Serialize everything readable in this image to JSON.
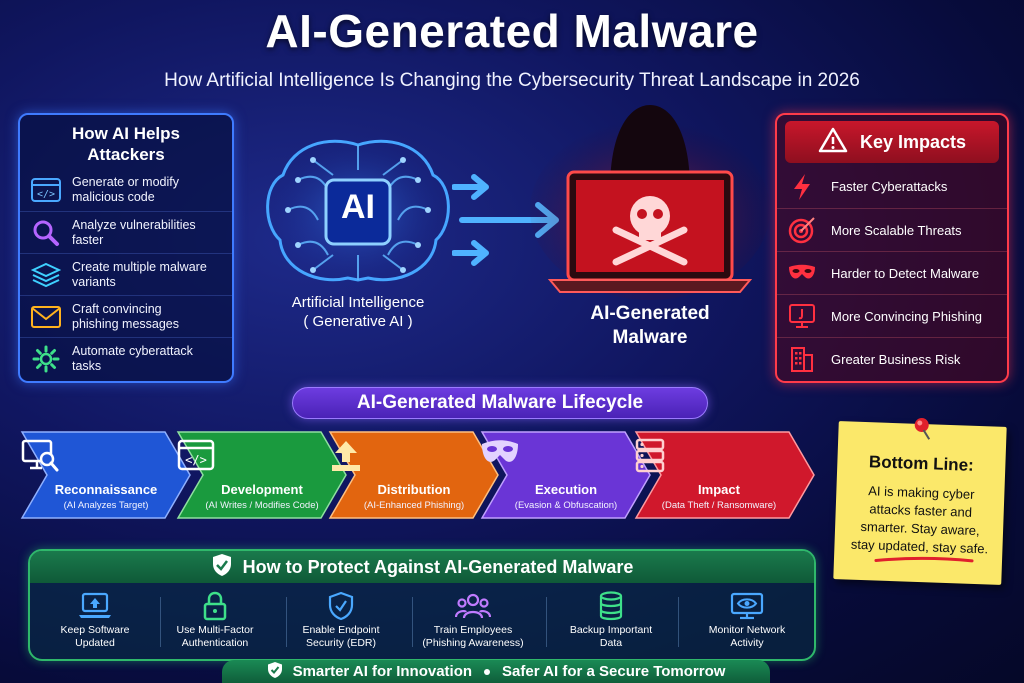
{
  "header": {
    "title": "AI-Generated Malware",
    "subtitle": "How Artificial Intelligence Is Changing the Cybersecurity Threat Landscape in 2026"
  },
  "left_panel": {
    "title_line1": "How AI Helps",
    "title_line2": "Attackers",
    "items": [
      {
        "line1": "Generate or modify",
        "line2": "malicious code",
        "icon": "code-window-icon"
      },
      {
        "line1": "Analyze vulnerabilities",
        "line2": "faster",
        "icon": "magnifier-icon"
      },
      {
        "line1": "Create multiple malware",
        "line2": "variants",
        "icon": "layers-icon"
      },
      {
        "line1": "Craft convincing",
        "line2": "phishing messages",
        "icon": "envelope-icon"
      },
      {
        "line1": "Automate cyberattack",
        "line2": "tasks",
        "icon": "gear-icon"
      }
    ]
  },
  "center": {
    "brain_label": "AI",
    "ai_line1": "Artificial Intelligence",
    "ai_line2": "( Generative AI )",
    "malware_line1": "AI-Generated",
    "malware_line2": "Malware"
  },
  "right_panel": {
    "title": "Key Impacts",
    "items": [
      {
        "label": "Faster Cyberattacks",
        "icon": "lightning-icon"
      },
      {
        "label": "More Scalable Threats",
        "icon": "target-icon"
      },
      {
        "label": "Harder to Detect Malware",
        "icon": "mask-icon"
      },
      {
        "label": "More Convincing Phishing",
        "icon": "phishing-monitor-icon"
      },
      {
        "label": "Greater Business Risk",
        "icon": "building-icon"
      }
    ]
  },
  "lifecycle": {
    "title": "AI-Generated Malware Lifecycle",
    "stages": [
      {
        "title": "Reconnaissance",
        "sub": "(AI Analyzes Target)",
        "color": "#1f56d6",
        "icon": "monitor-search-icon"
      },
      {
        "title": "Development",
        "sub": "(AI Writes / Modifies Code)",
        "color": "#1a9a3e",
        "icon": "code-window-icon"
      },
      {
        "title": "Distribution",
        "sub": "(AI-Enhanced Phishing)",
        "color": "#e2650f",
        "icon": "upload-icon"
      },
      {
        "title": "Execution",
        "sub": "(Evasion & Obfuscation)",
        "color": "#6a35d6",
        "icon": "mask-icon"
      },
      {
        "title": "Impact",
        "sub": "(Data Theft / Ransomware)",
        "color": "#d0182c",
        "icon": "server-icon"
      }
    ]
  },
  "note": {
    "title": "Bottom Line:",
    "line1": "AI is making cyber",
    "line2": "attacks faster and",
    "line3": "smarter. Stay aware,",
    "line4": "stay updated, stay safe."
  },
  "protect": {
    "title": "How to Protect Against AI-Generated Malware",
    "items": [
      {
        "line1": "Keep Software",
        "line2": "Updated",
        "icon": "laptop-update-icon"
      },
      {
        "line1": "Use Multi-Factor",
        "line2": "Authentication",
        "icon": "padlock-icon"
      },
      {
        "line1": "Enable Endpoint",
        "line2": "Security (EDR)",
        "icon": "shield-check-icon"
      },
      {
        "line1": "Train Employees",
        "line2": "(Phishing Awareness)",
        "icon": "people-icon"
      },
      {
        "line1": "Backup Important",
        "line2": "Data",
        "icon": "database-icon"
      },
      {
        "line1": "Monitor Network",
        "line2": "Activity",
        "icon": "eye-monitor-icon"
      }
    ]
  },
  "footer": {
    "left": "Smarter AI for Innovation",
    "right": "Safer AI for a Secure Tomorrow"
  }
}
